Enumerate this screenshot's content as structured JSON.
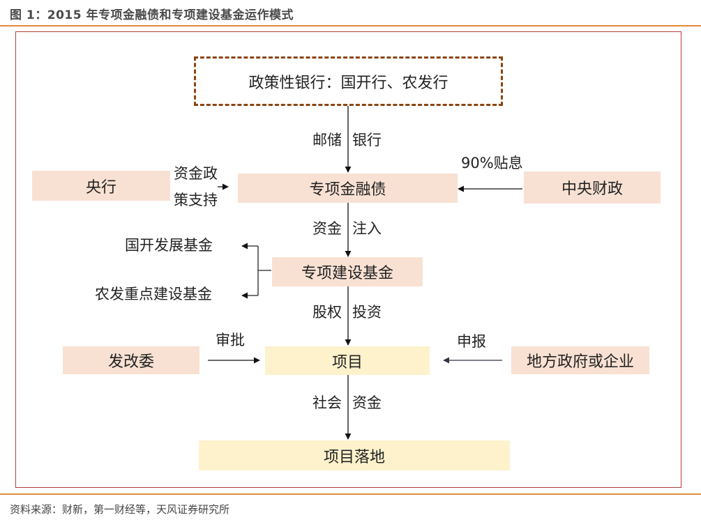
{
  "title": "图 1：2015 年专项金融债和专项建设基金运作模式",
  "source": "资料来源：财新，第一财经等，天风证券研究所",
  "colors": {
    "accent_rule": "#e08a3c",
    "frame_border": "#b33c3c",
    "node_pink": "#f8e1d3",
    "node_yellow": "#fdf2cc",
    "dashed_border": "#8b4513"
  },
  "nodes": {
    "policy_banks": "政策性银行：国开行、农发行",
    "central_bank": "央行",
    "special_bond": "专项金融债",
    "central_finance": "中央财政",
    "special_fund": "专项建设基金",
    "cdb_fund": "国开发展基金",
    "adbc_fund": "农发重点建设基金",
    "ndrc": "发改委",
    "project": "项目",
    "local_gov": "地方政府或企业",
    "project_landing": "项目落地"
  },
  "edges": {
    "postal_bank_a": "邮储",
    "postal_bank_b": "银行",
    "policy_support_a": "资金政",
    "policy_support_b": "策支持",
    "interest_subsidy": "90%贴息",
    "capital_a": "资金",
    "capital_b": "注入",
    "equity_a": "股权",
    "equity_b": "投资",
    "approval": "审批",
    "application": "申报",
    "social_a": "社会",
    "social_b": "资金"
  }
}
